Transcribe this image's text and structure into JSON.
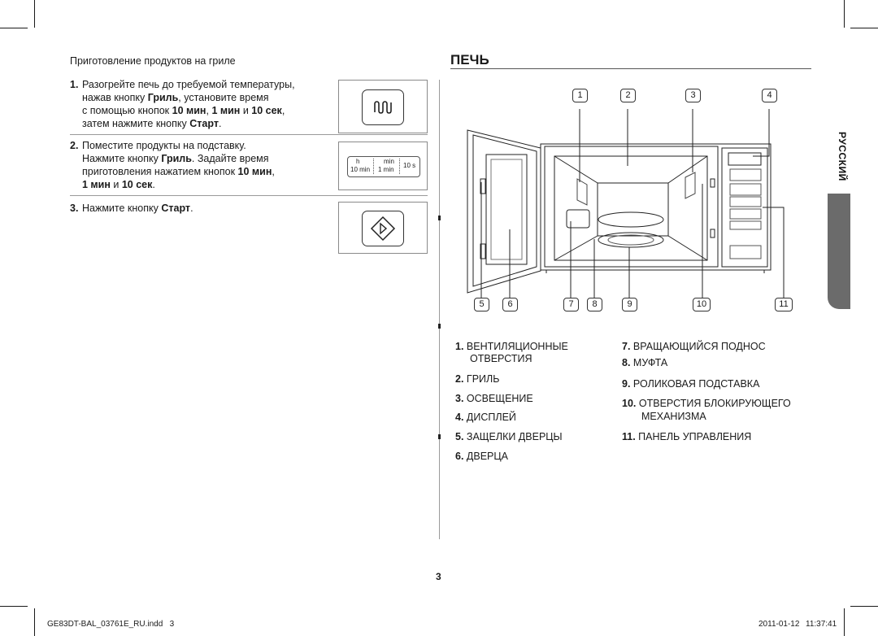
{
  "left_column": {
    "heading": "Приготовление продуктов на гриле",
    "steps": [
      {
        "num": "1.",
        "line1": "Разогрейте печь до требуемой температуры,",
        "line2_a": "нажав кнопку ",
        "line2_b": "Гриль",
        "line2_c": ", установите время",
        "line3_a": "с помощью кнопок ",
        "line3_b": "10 мин",
        "line3_c": ", ",
        "line3_d": "1 мин",
        "line3_e": " и ",
        "line3_f": "10 сек",
        "line3_g": ",",
        "line4_a": "затем нажмите кнопку ",
        "line4_b": "Старт",
        "line4_c": "."
      },
      {
        "num": "2.",
        "line1": "Поместите продукты на подставку.",
        "line2_a": "Нажмите кнопку ",
        "line2_b": "Гриль",
        "line2_c": ". Задайте время",
        "line3_a": "приготовления нажатием кнопок ",
        "line3_b": "10 мин",
        "line3_c": ",",
        "line4_a": "1 мин",
        "line4_b": " и ",
        "line4_c": "10 сек",
        "line4_d": "."
      },
      {
        "num": "3.",
        "line1_a": "Нажмите кнопку ",
        "line1_b": "Старт",
        "line1_c": "."
      }
    ],
    "timer_panel": {
      "h": "h",
      "min": "min",
      "ten_min": "10 min",
      "one_min": "1 min",
      "ten_s": "10 s"
    }
  },
  "right_column": {
    "title": "ПЕЧЬ",
    "callouts_top": [
      "1",
      "2",
      "3",
      "4"
    ],
    "callouts_bottom": [
      "5",
      "6",
      "7",
      "8",
      "9",
      "10",
      "11"
    ],
    "legend_left": [
      {
        "n": "1.",
        "t": "ВЕНТИЛЯЦИОННЫЕ",
        "t2": "ОТВЕРСТИЯ"
      },
      {
        "n": "2.",
        "t": "ГРИЛЬ"
      },
      {
        "n": "3.",
        "t": "ОСВЕЩЕНИЕ"
      },
      {
        "n": "4.",
        "t": "ДИСПЛЕЙ"
      },
      {
        "n": "5.",
        "t": "ЗАЩЕЛКИ ДВЕРЦЫ"
      },
      {
        "n": "6.",
        "t": "ДВЕРЦА"
      }
    ],
    "legend_right": [
      {
        "n": "7.",
        "t": "ВРАЩАЮЩИЙСЯ ПОДНОС"
      },
      {
        "n": "8.",
        "t": "МУФТА"
      },
      {
        "n": "9.",
        "t": "РОЛИКОВАЯ ПОДСТАВКА"
      },
      {
        "n": "10.",
        "t": "ОТВЕРСТИЯ БЛОКИРУЮЩЕГО",
        "t2": "МЕХАНИЗМА"
      },
      {
        "n": "11.",
        "t": "ПАНЕЛЬ УПРАВЛЕНИЯ"
      }
    ]
  },
  "side_tab": "РУССКИЙ",
  "page_number": "3",
  "footer": {
    "file": "GE83DT-BAL_03761E_RU.indd   3",
    "date": "2011-01-12",
    "time": "11:37:41"
  }
}
